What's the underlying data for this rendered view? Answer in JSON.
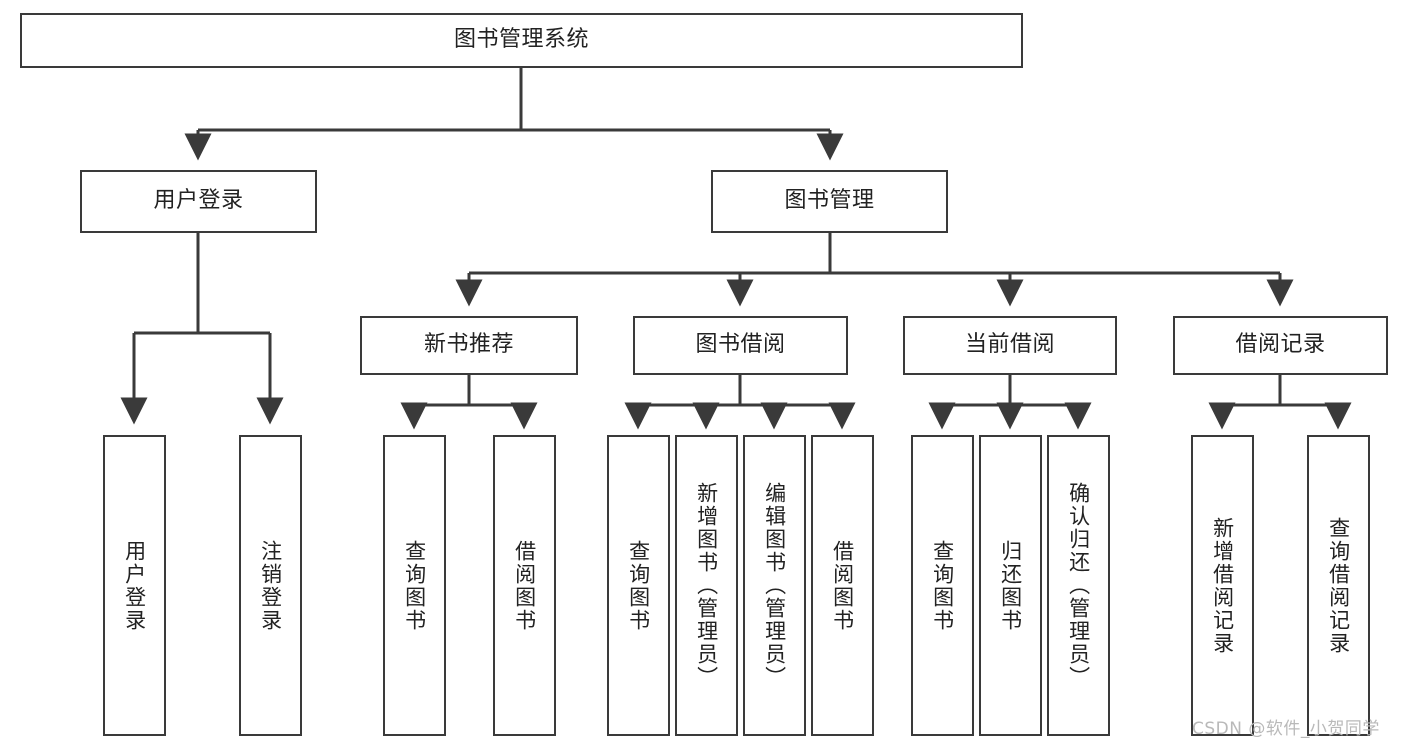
{
  "diagram": {
    "type": "tree",
    "title": "图书管理系统",
    "root": {
      "label": "图书管理系统"
    },
    "level1": [
      {
        "label": "用户登录"
      },
      {
        "label": "图书管理"
      }
    ],
    "level2": [
      {
        "label": "新书推荐"
      },
      {
        "label": "图书借阅"
      },
      {
        "label": "当前借阅"
      },
      {
        "label": "借阅记录"
      }
    ],
    "leaves": {
      "user_login": [
        {
          "label": "用户登录"
        },
        {
          "label": "注销登录"
        }
      ],
      "new_book_recommend": [
        {
          "label": "查询图书"
        },
        {
          "label": "借阅图书"
        }
      ],
      "book_borrow": [
        {
          "label": "查询图书"
        },
        {
          "label": "新增图书（管理员）"
        },
        {
          "label": "编辑图书（管理员）"
        },
        {
          "label": "借阅图书"
        }
      ],
      "current_borrow": [
        {
          "label": "查询图书"
        },
        {
          "label": "归还图书"
        },
        {
          "label": "确认归还（管理员）"
        }
      ],
      "borrow_record": [
        {
          "label": "新增借阅记录"
        },
        {
          "label": "查询借阅记录"
        }
      ]
    }
  },
  "watermark": {
    "text": "CSDN @软件_小贺同学"
  },
  "colors": {
    "stroke": "#3a3a3a",
    "fill": "#ffffff",
    "text": "#222222",
    "watermark": "#b9b9b9"
  }
}
